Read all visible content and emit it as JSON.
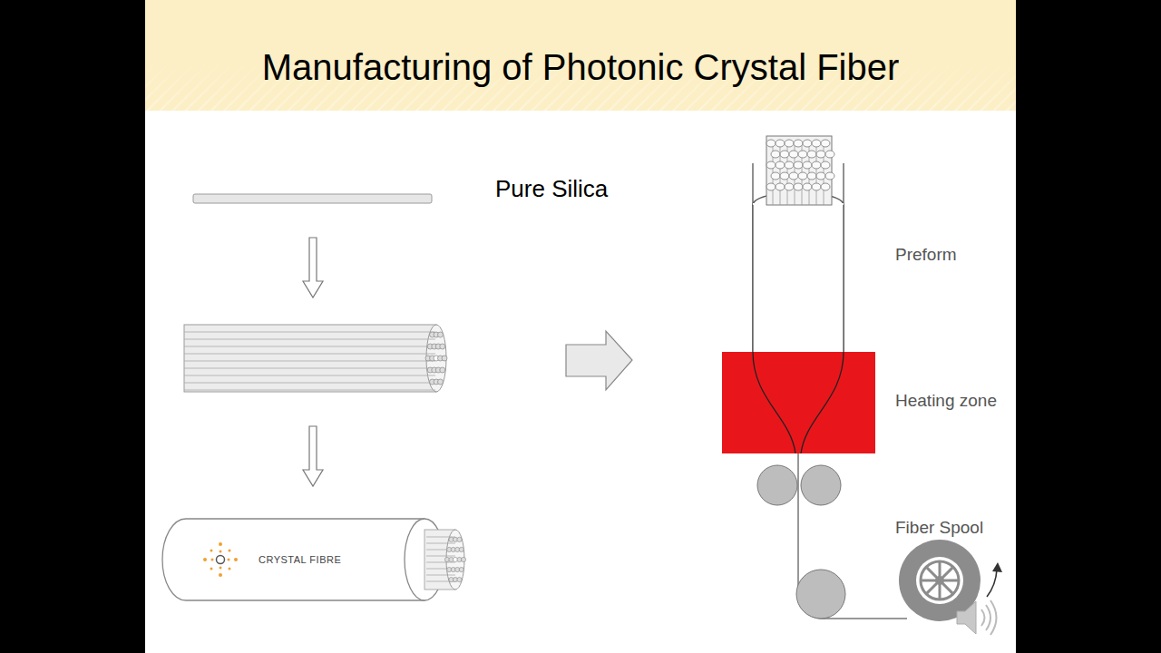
{
  "diagram": {
    "title": "Manufacturing of Photonic Crystal Fiber",
    "labels": [
      "Pure Silica",
      "Preform",
      "Heating zone",
      "Fiber Spool",
      "CRYSTAL FIBRE"
    ]
  }
}
